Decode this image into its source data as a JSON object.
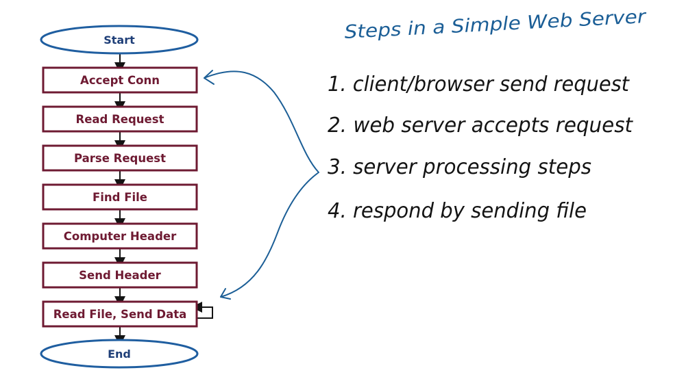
{
  "flowchart": {
    "start": "Start",
    "end": "End",
    "steps": [
      "Accept Conn",
      "Read Request",
      "Parse Request",
      "Find File",
      "Computer Header",
      "Send Header",
      "Read File, Send Data"
    ]
  },
  "notes": {
    "title": "Steps in a Simple Web Server",
    "items": [
      "1. client/browser send request",
      "2. web server accepts request",
      "3. server processing steps",
      "4. respond by sending file"
    ]
  },
  "colors": {
    "oval": "#1f5ea0",
    "box": "#6e1a32",
    "ink": "#141414",
    "title_ink": "#1b5e96",
    "brace": "#1b5e96"
  }
}
